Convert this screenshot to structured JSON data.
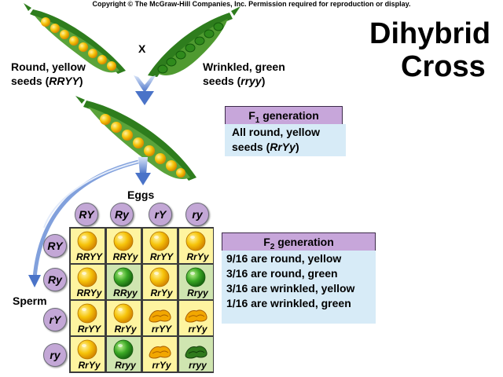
{
  "copyright": "Copyright © The McGraw-Hill Companies, Inc. Permission required for reproduction or display.",
  "title": [
    "Dihybrid",
    "Cross"
  ],
  "cross_symbol": "X",
  "parents": [
    {
      "line1": "Round, yellow",
      "line2_pre": "seeds (",
      "genotype": "RRYY",
      "line2_post": ")"
    },
    {
      "line1": "Wrinkled, green",
      "line2_pre": "seeds (",
      "genotype": "rryy",
      "line2_post": ")"
    }
  ],
  "f1": {
    "heading_pre": "F",
    "heading_sub": "1",
    "heading_post": " generation",
    "line1": "All round, yellow",
    "line2_pre": "seeds (",
    "genotype": "RrYy",
    "line2_post": ")"
  },
  "eggs_label": "Eggs",
  "sperm_label": "Sperm",
  "egg_gametes": [
    "RY",
    "Ry",
    "rY",
    "ry"
  ],
  "sperm_gametes": [
    "RY",
    "Ry",
    "rY",
    "ry"
  ],
  "punnett": [
    [
      {
        "g": "RRYY",
        "p": "round-yellow"
      },
      {
        "g": "RRYy",
        "p": "round-yellow"
      },
      {
        "g": "RrYY",
        "p": "round-yellow"
      },
      {
        "g": "RrYy",
        "p": "round-yellow"
      }
    ],
    [
      {
        "g": "RRYy",
        "p": "round-yellow"
      },
      {
        "g": "RRyy",
        "p": "round-green"
      },
      {
        "g": "RrYy",
        "p": "round-yellow"
      },
      {
        "g": "Rryy",
        "p": "round-green"
      }
    ],
    [
      {
        "g": "RrYY",
        "p": "round-yellow"
      },
      {
        "g": "RrYy",
        "p": "round-yellow"
      },
      {
        "g": "rrYY",
        "p": "wrinkled-yellow"
      },
      {
        "g": "rrYy",
        "p": "wrinkled-yellow"
      }
    ],
    [
      {
        "g": "RrYy",
        "p": "round-yellow"
      },
      {
        "g": "Rryy",
        "p": "round-green"
      },
      {
        "g": "rrYy",
        "p": "wrinkled-yellow"
      },
      {
        "g": "rryy",
        "p": "wrinkled-green"
      }
    ]
  ],
  "f2": {
    "heading_pre": "F",
    "heading_sub": "2",
    "heading_post": " generation",
    "ratios": [
      "9/16 are round, yellow",
      "3/16 are round, green",
      "3/16 are wrinkled, yellow",
      "1/16 are wrinkled, green"
    ]
  },
  "colors": {
    "yellow_pea": "#f6b400",
    "green_pea": "#2f9a1f",
    "pod_green": "#2e7d1d",
    "arrow_blue": "#4a73c8",
    "gamete_purple": "#c3a7d6",
    "box_blue": "#d7ebf7",
    "cell_yellow": "#fef4a0",
    "cell_green": "#cfe5b0"
  }
}
